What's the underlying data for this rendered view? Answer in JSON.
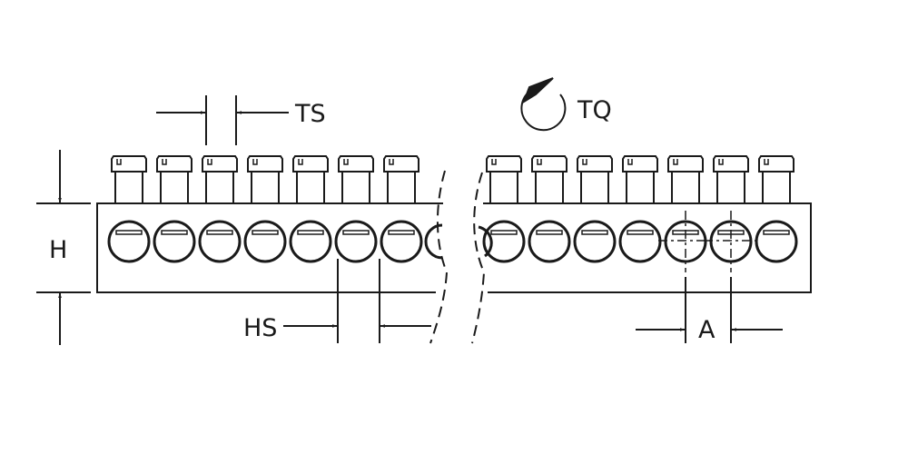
{
  "labels": {
    "ts": "TS",
    "tq": "TQ",
    "h": "H",
    "hs": "HS",
    "a": "A"
  },
  "terminals_left": 7,
  "terminals_right": 7,
  "colors": {
    "stroke": "#1a1a1a",
    "background": "#ffffff"
  }
}
